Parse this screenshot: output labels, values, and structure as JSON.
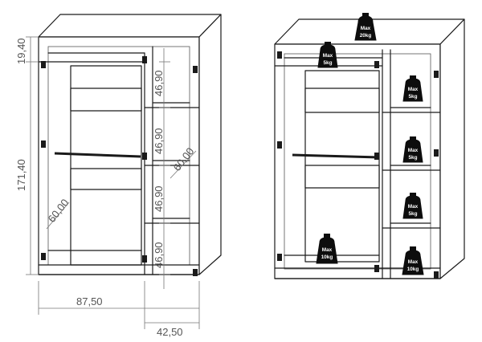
{
  "left_diagram": {
    "dimensions": {
      "top_height": "19,40",
      "total_height": "171,40",
      "shelf_1": "46,90",
      "shelf_2": "46,90",
      "shelf_3": "46,90",
      "shelf_4": "46,90",
      "shelf_depth": "60,00",
      "wardrobe_depth": "60,00",
      "left_width": "87,50",
      "right_width": "42,50"
    }
  },
  "right_diagram": {
    "weights": {
      "top": {
        "line1": "Max",
        "line2": "20kg"
      },
      "top_shelf": {
        "line1": "Max",
        "line2": "5kg"
      },
      "right_shelf_1": {
        "line1": "Max",
        "line2": "5kg"
      },
      "right_shelf_2": {
        "line1": "Max",
        "line2": "5kg"
      },
      "right_shelf_3": {
        "line1": "Max",
        "line2": "5kg"
      },
      "right_bottom": {
        "line1": "Max",
        "line2": "10kg"
      },
      "left_bottom": {
        "line1": "Max",
        "line2": "10kg"
      }
    }
  }
}
